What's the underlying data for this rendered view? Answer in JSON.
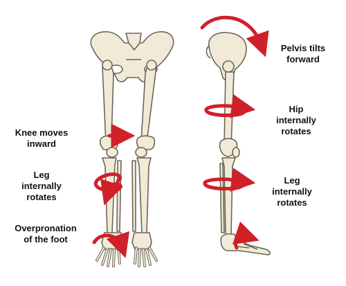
{
  "colors": {
    "bone_fill": "#f1ead7",
    "bone_stroke": "#6a6658",
    "arrow": "#d0202a",
    "text": "#111111",
    "background": "#ffffff"
  },
  "labels": {
    "pelvis": {
      "line1": "Pelvis tilts",
      "line2": "forward"
    },
    "hip": {
      "line1": "Hip",
      "line2": "internally",
      "line3": "rotates"
    },
    "leg_side": {
      "line1": "Leg",
      "line2": "internally",
      "line3": "rotates"
    },
    "knee": {
      "line1": "Knee moves",
      "line2": "inward"
    },
    "leg_front": {
      "line1": "Leg",
      "line2": "internally",
      "line3": "rotates"
    },
    "foot": {
      "line1": "Overpronation",
      "line2": "of the foot"
    }
  },
  "icons": {
    "front_skeleton": "legs-skeleton-front-icon",
    "side_skeleton": "leg-skeleton-side-icon",
    "arrows": "red-rotation-arrow-icon"
  }
}
